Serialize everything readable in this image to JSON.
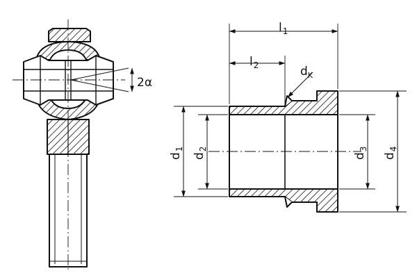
{
  "colors": {
    "ink": "#111111",
    "hatch": "#111111",
    "paper": "#ffffff"
  },
  "labels": {
    "alpha": {
      "main": "2α"
    },
    "l1": {
      "main": "l",
      "sub": "1"
    },
    "l2": {
      "main": "l",
      "sub": "2"
    },
    "dk": {
      "main": "d",
      "sub": "K"
    },
    "d1": {
      "main": "d",
      "sub": "1"
    },
    "d2": {
      "main": "d",
      "sub": "2"
    },
    "d3": {
      "main": "d",
      "sub": "3"
    },
    "d4": {
      "main": "d",
      "sub": "4"
    }
  }
}
